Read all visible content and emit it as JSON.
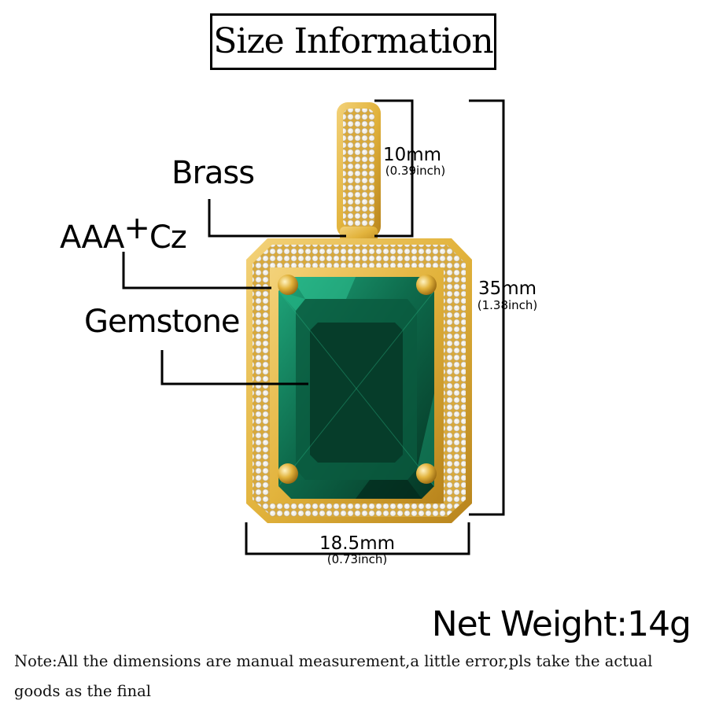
{
  "title": "Size Information",
  "labels": {
    "brass": "Brass",
    "aaa_prefix": "AAA",
    "aaa_plus": "+",
    "aaa_suffix": "Cz",
    "gemstone": "Gemstone"
  },
  "dimensions": {
    "bail_width": "10mm",
    "bail_width_inch": "(0.39inch)",
    "height": "35mm",
    "height_inch": "(1.38inch)",
    "width": "18.5mm",
    "width_inch": "(0.73inch)"
  },
  "net_weight": "Net Weight:14g",
  "note": "Note:All the dimensions are manual measurement,a little error,pls take the actual goods as the final",
  "colors": {
    "gold": "#e2b33c",
    "gold_dark": "#b8841c",
    "emerald": "#0e6b4c",
    "emerald_dark": "#053624",
    "emerald_light": "#1fa57a",
    "diamond": "#f2efe6"
  }
}
